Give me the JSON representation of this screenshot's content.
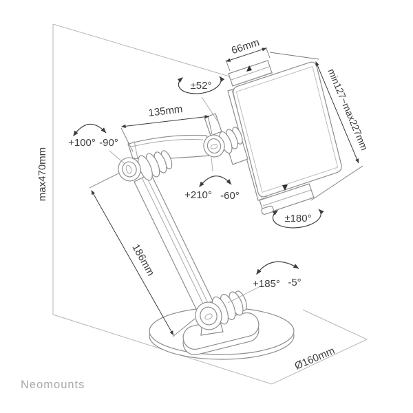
{
  "brand": "Neomounts",
  "colors": {
    "outline": "#8d8d8d",
    "guides": "#b5b5b5",
    "dimension_text": "#3c3c3c",
    "brand_text": "#a8a8a8",
    "background": "#ffffff"
  },
  "labels": {
    "clamp_width": "66mm",
    "holder_height_range": "min127~max227mm",
    "upper_arm_length": "135mm",
    "max_height": "max470mm",
    "lower_arm_length": "186mm",
    "base_diameter": "Ø160mm"
  },
  "angles": {
    "holder_tilt": "±52°",
    "shoulder_up": "+100°",
    "shoulder_down": "-90°",
    "wrist_up": "+210°",
    "wrist_down": "-60°",
    "holder_rotation": "±180°",
    "base_tilt_up": "+185°",
    "base_tilt_down": "-5°"
  }
}
